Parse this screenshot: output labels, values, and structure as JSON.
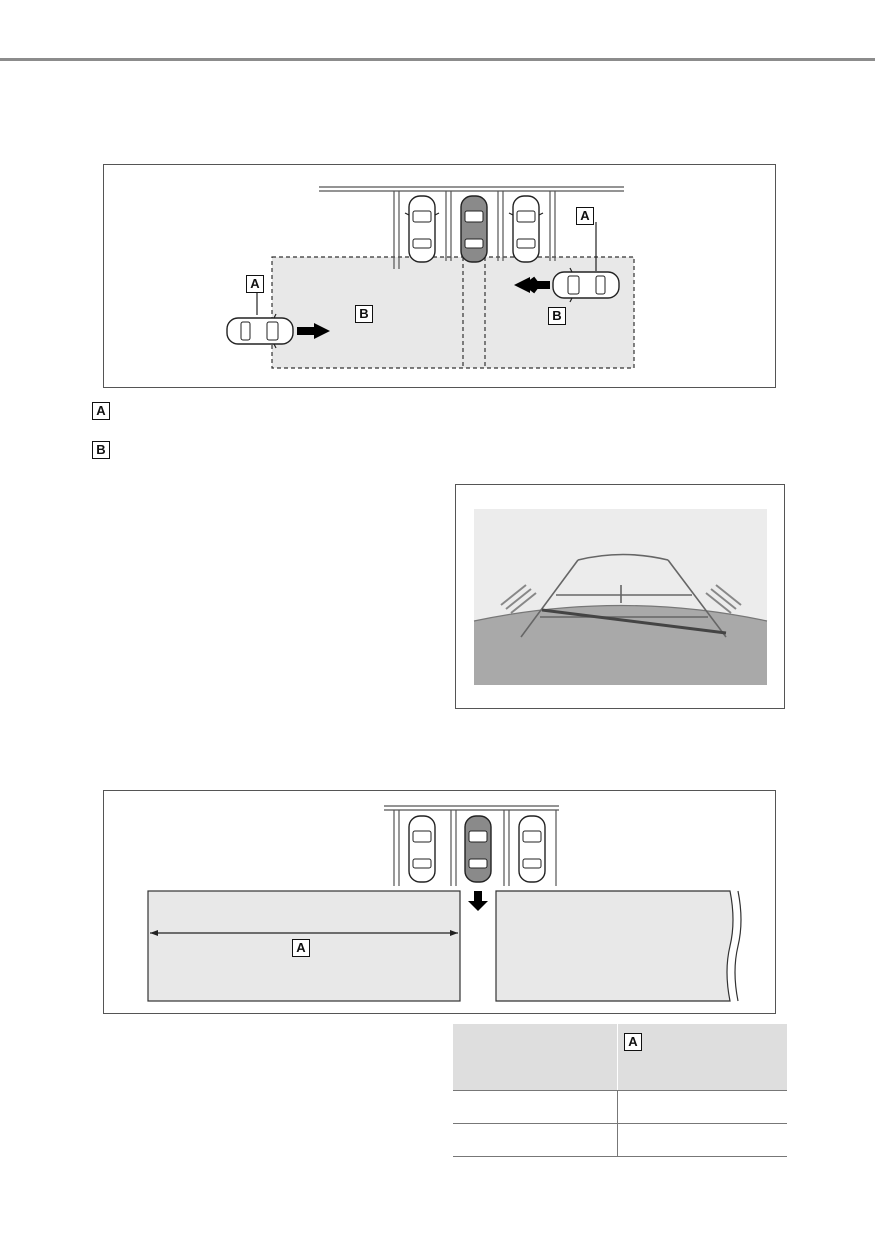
{
  "page": {
    "rule_color": "#8c8c8c"
  },
  "figure1": {
    "label_a_1": "A",
    "label_a_2": "A",
    "label_b_1": "B",
    "label_b_2": "B",
    "zone_fill": "#e8e8e8",
    "own_car_fill": "#8a8a8a"
  },
  "legend": {
    "a_tag": "A",
    "b_tag": "B"
  },
  "camera_view": {
    "ground_color": "#a9a9a9",
    "sky_color": "#ececec",
    "guide_line_color": "#444444"
  },
  "figure2": {
    "label_a": "A"
  },
  "table": {
    "header_tag": "A",
    "rows": [
      [
        "",
        ""
      ],
      [
        "",
        ""
      ]
    ]
  }
}
